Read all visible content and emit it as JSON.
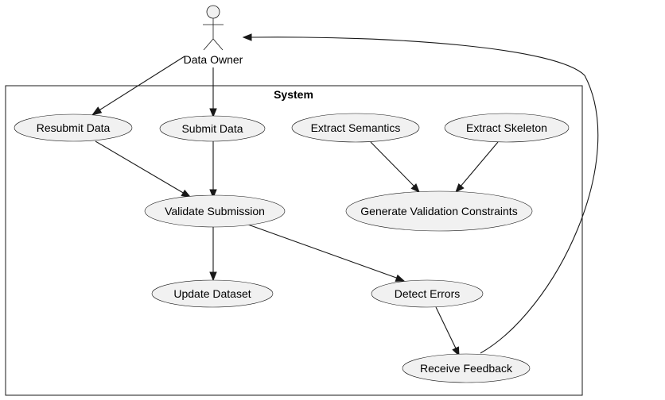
{
  "actor": {
    "name": "Data Owner"
  },
  "system": {
    "title": "System"
  },
  "use_cases": {
    "resubmit_data": "Resubmit Data",
    "submit_data": "Submit Data",
    "extract_semantics": "Extract Semantics",
    "extract_skeleton": "Extract Skeleton",
    "validate_submission": "Validate Submission",
    "generate_validation_constraints": "Generate Validation Constraints",
    "update_dataset": "Update Dataset",
    "detect_errors": "Detect Errors",
    "receive_feedback": "Receive Feedback"
  },
  "colors": {
    "node_fill": "#f1f1f1",
    "line": "#181818",
    "background": "#ffffff"
  }
}
